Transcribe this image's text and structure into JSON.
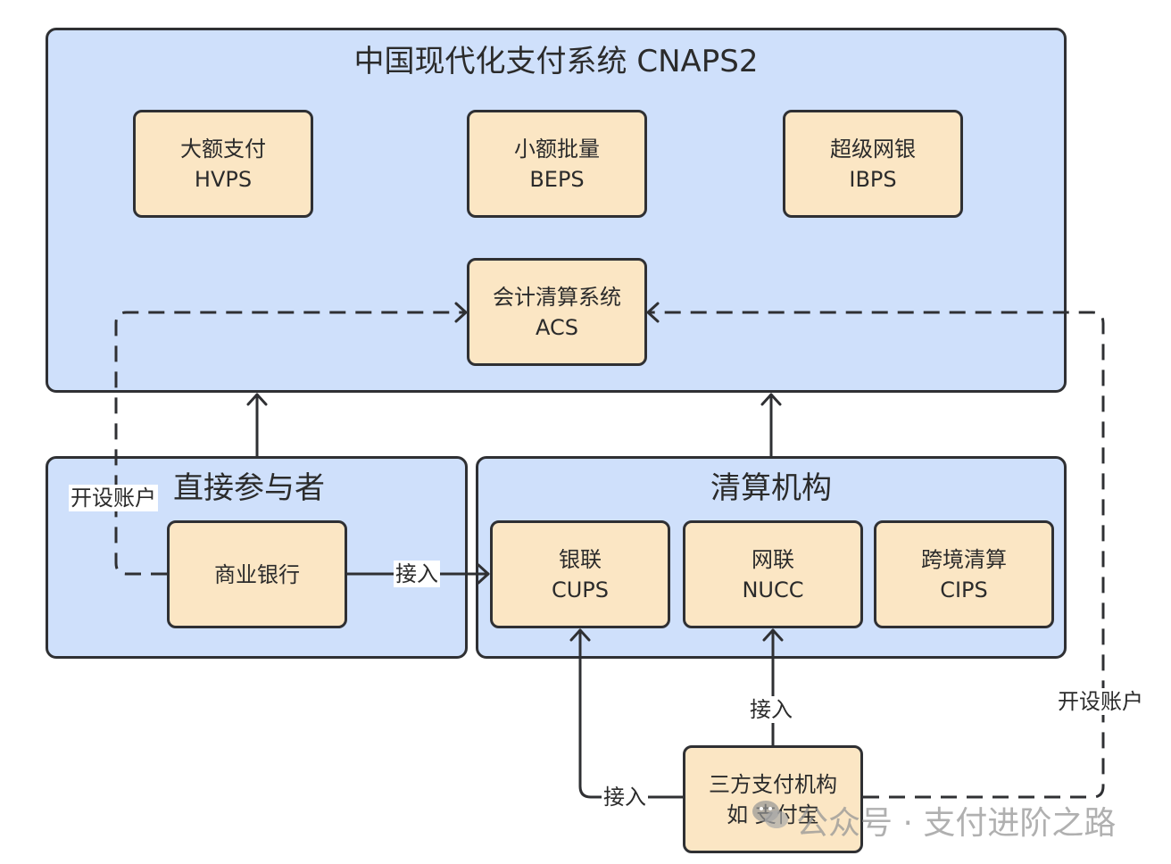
{
  "groups": {
    "cnaps": {
      "title": "中国现代化支付系统 CNAPS2"
    },
    "direct": {
      "title": "直接参与者"
    },
    "clearing": {
      "title": "清算机构"
    }
  },
  "nodes": {
    "hvps": {
      "line1": "大额支付",
      "line2": "HVPS"
    },
    "beps": {
      "line1": "小额批量",
      "line2": "BEPS"
    },
    "ibps": {
      "line1": "超级网银",
      "line2": "IBPS"
    },
    "acs": {
      "line1": "会计清算系统",
      "line2": "ACS"
    },
    "bank": {
      "line1": "商业银行"
    },
    "cups": {
      "line1": "银联",
      "line2": "CUPS"
    },
    "nucc": {
      "line1": "网联",
      "line2": "NUCC"
    },
    "cips": {
      "line1": "跨境清算",
      "line2": "CIPS"
    },
    "thirdparty": {
      "line1": "三方支付机构",
      "line2": "如 支付宝"
    }
  },
  "edge_labels": {
    "bank_to_cups": "接入",
    "third_to_nucc": "接入",
    "third_to_cups": "接入",
    "bank_account": "开设账户",
    "third_account": "开设账户"
  },
  "watermark": {
    "text": "公众号 · 支付进阶之路",
    "icon": "wechat-icon"
  },
  "colors": {
    "group_fill": "#cfe0fb",
    "node_fill": "#fbe6c4",
    "stroke": "#2f3033"
  }
}
